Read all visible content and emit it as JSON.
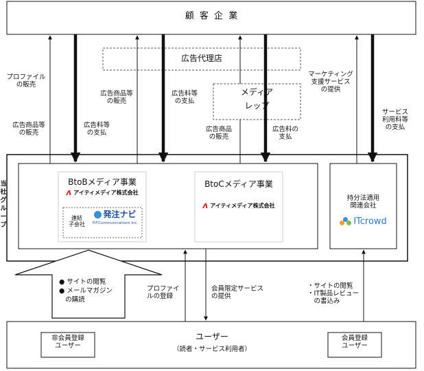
{
  "customer": "顧 客 企 業",
  "ad_agency": "広告代理店",
  "media_rep": [
    "メディア",
    "レップ"
  ],
  "group_label": [
    "当",
    "社",
    "グ",
    "ル",
    "ー",
    "プ"
  ],
  "btob": {
    "title": "BtoBメディア事業",
    "logo": "アイティメディア株式会社",
    "sub_label": [
      "連結",
      "子会社"
    ],
    "sub_logo": "発注ナビ",
    "sub_logo_caption": "P.P.Communications Inc."
  },
  "btoc": {
    "title": "BtoCメディア事業",
    "logo": "アイティメディア株式会社"
  },
  "affiliate": {
    "label": [
      "持分法適用",
      "関連会社"
    ],
    "logo": "ITcrowd"
  },
  "users": {
    "title": "ユーザー",
    "subtitle": "（読者・サービス利用者）",
    "non_member": [
      "非会員登録",
      "ユーザー"
    ],
    "member": [
      "会員登録",
      "ユーザー"
    ]
  },
  "user_actions": [
    "サイトの閲覧",
    "メールマガジン",
    "の購読"
  ],
  "right_actions": [
    "・サイトの閲覧",
    "・IT製品レビュー",
    "　の書込み"
  ],
  "flows": {
    "profile_sale": [
      "プロファイル",
      "の販売"
    ],
    "ad_product_sale_left": [
      "広告商品等",
      "の販売"
    ],
    "ad_fee_left": [
      "広告料等",
      "の支払"
    ],
    "ad_product_sale_mid": [
      "広告商品等",
      "の販売"
    ],
    "ad_fee_mid": [
      "広告料等",
      "の支払"
    ],
    "ad_product_sale_rep": [
      "広告商品",
      "の販売"
    ],
    "ad_fee_rep": [
      "広告料の",
      "支払"
    ],
    "marketing_support": [
      "マーケティング",
      "支援サービス",
      "の提供"
    ],
    "service_fee": [
      "サービス",
      "利用料等",
      "の支払"
    ],
    "profile_register": [
      "プロファイ",
      "ルの登録"
    ],
    "member_service": [
      "会員限定サービス",
      "の提供"
    ]
  },
  "colors": {
    "line": "#111111",
    "dashed": "#555555"
  }
}
